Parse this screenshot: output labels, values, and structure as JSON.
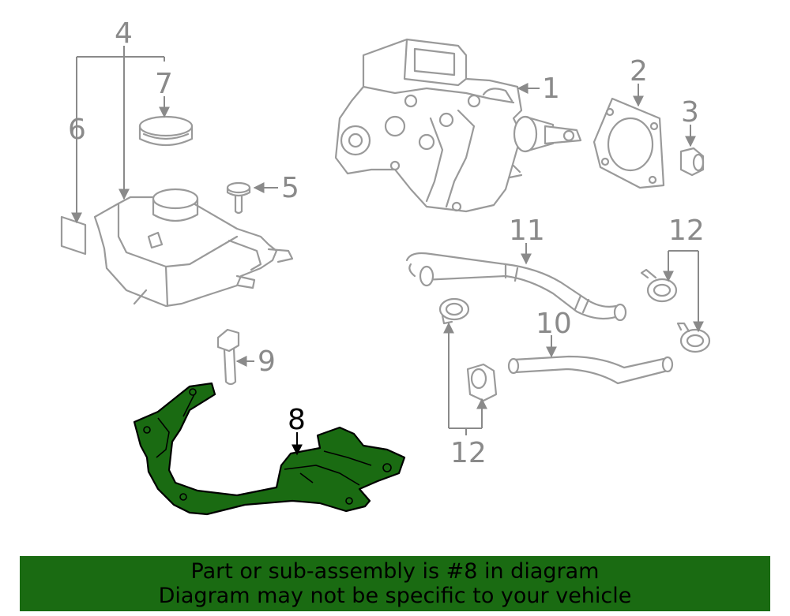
{
  "callouts": {
    "n1": "1",
    "n2": "2",
    "n3": "3",
    "n4": "4",
    "n5": "5",
    "n6": "6",
    "n7": "7",
    "n8": "8",
    "n9": "9",
    "n10": "10",
    "n11": "11",
    "n12a": "12",
    "n12b": "12"
  },
  "highlight_color": "#1a6b12",
  "banner": {
    "line1": "Part or sub-assembly is #8 in diagram",
    "line2": "Diagram may not be specific to your vehicle"
  }
}
